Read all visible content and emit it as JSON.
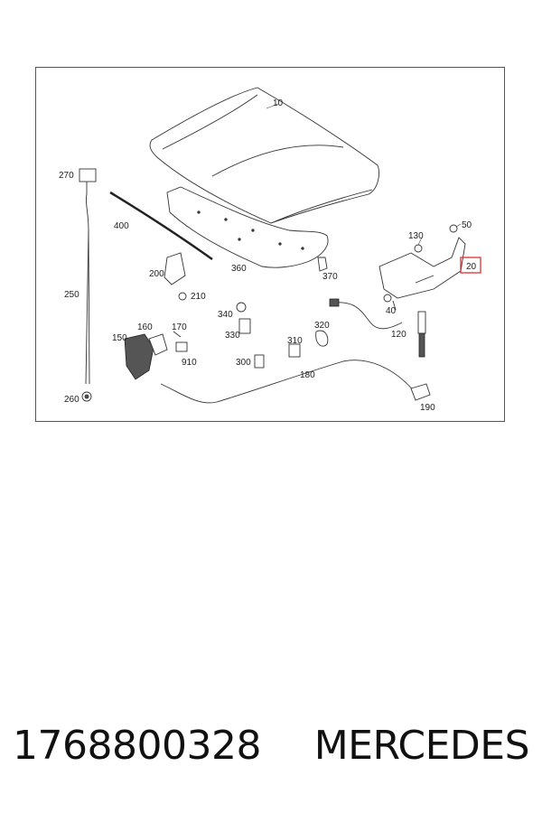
{
  "diagram": {
    "labels": {
      "p10": "10",
      "p20": "20",
      "p40": "40",
      "p50": "50",
      "p120": "120",
      "p130": "130",
      "p150": "150",
      "p160": "160",
      "p170": "170",
      "p180": "180",
      "p190": "190",
      "p200": "200",
      "p210": "210",
      "p250": "250",
      "p260": "260",
      "p270": "270",
      "p300": "300",
      "p310": "310",
      "p320": "320",
      "p330": "330",
      "p340": "340",
      "p360": "360",
      "p370": "370",
      "p400": "400",
      "p910": "910"
    },
    "highlight_color": "#e03030"
  },
  "caption": {
    "part_number": "1768800328",
    "brand": "MERCEDES"
  }
}
